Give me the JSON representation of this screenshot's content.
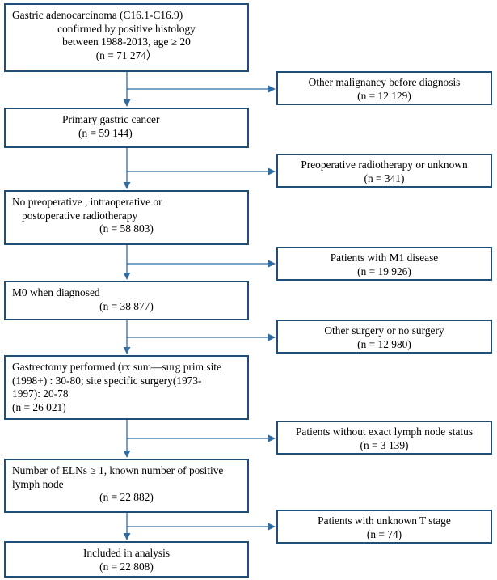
{
  "main_boxes": [
    {
      "id": "m1",
      "lines": [
        "Gastric adenocarcinoma (C16.1-C16.9)",
        "confirmed by positive histology",
        "between 1988-2013, age ≥ 20",
        "(n = 71 274）"
      ]
    },
    {
      "id": "m2",
      "lines": [
        "Primary gastric cancer",
        "(n = 59 144)"
      ]
    },
    {
      "id": "m3",
      "lines": [
        "No preoperative , intraoperative  or",
        "postoperative radiotherapy",
        "(n = 58 803)"
      ]
    },
    {
      "id": "m4",
      "lines": [
        "M0 when diagnosed",
        "(n = 38 877)"
      ]
    },
    {
      "id": "m5",
      "lines": [
        "Gastrectomy performed (rx sum—surg prim site",
        "(1998+) : 30-80; site specific surgery(1973-",
        "1997): 20-78",
        "(n = 26 021)"
      ]
    },
    {
      "id": "m6",
      "lines": [
        "Number of ELNs ≥ 1, known number of positive",
        "lymph node",
        "(n = 22 882)"
      ]
    },
    {
      "id": "m7",
      "lines": [
        "Included in analysis",
        "(n = 22 808)"
      ]
    }
  ],
  "side_boxes": [
    {
      "id": "s1",
      "lines": [
        "Other malignancy before diagnosis",
        "(n = 12 129)"
      ]
    },
    {
      "id": "s2",
      "lines": [
        "Preoperative radiotherapy or unknown",
        "(n = 341)"
      ]
    },
    {
      "id": "s3",
      "lines": [
        "Patients with M1 disease",
        "(n = 19 926)"
      ]
    },
    {
      "id": "s4",
      "lines": [
        "Other surgery or no surgery",
        "(n = 12 980)"
      ]
    },
    {
      "id": "s5",
      "lines": [
        "Patients without exact lymph node status",
        "(n = 3 139)"
      ]
    },
    {
      "id": "s6",
      "lines": [
        "Patients with unknown T stage",
        "(n = 74)"
      ]
    }
  ],
  "colors": {
    "border": "#1f4e79",
    "arrow": "#2e6da4"
  }
}
